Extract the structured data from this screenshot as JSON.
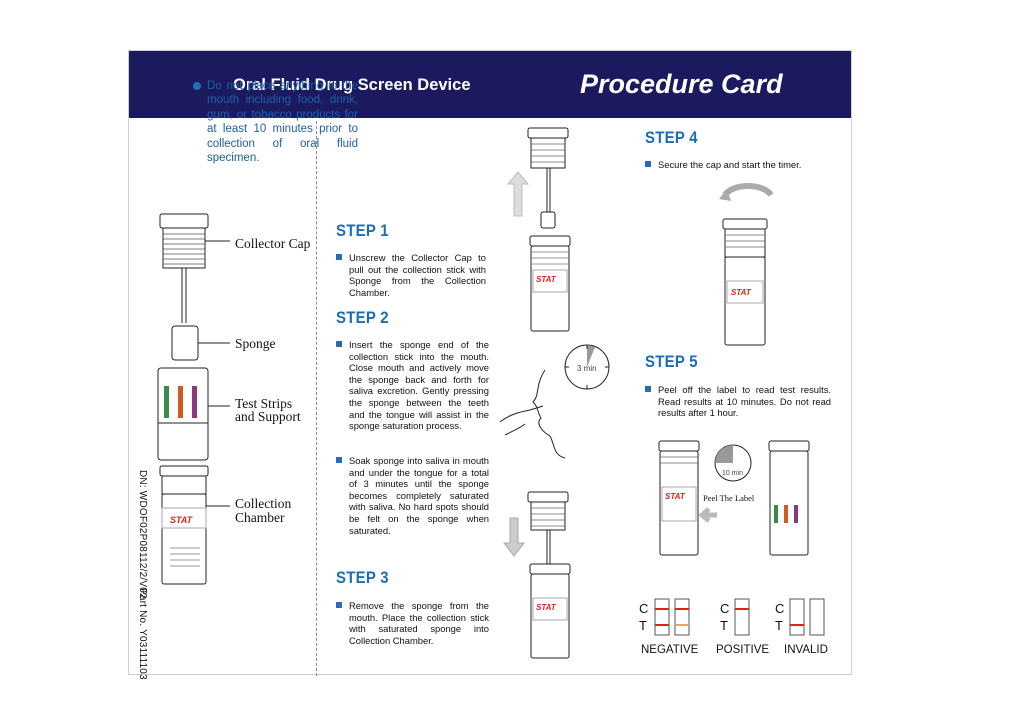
{
  "header": {
    "left_title": "Oral Fluid Drug Screen Device",
    "right_title": "Procedure Card"
  },
  "parts": {
    "collector_cap": "Collector Cap",
    "sponge": "Sponge",
    "test_strips": "Test Strips",
    "and_support": "and Support",
    "collection": "Collection",
    "chamber": "Chamber"
  },
  "side_codes": {
    "dn": "DN: WDOF02P08112/2/V02",
    "part": "Part No. Y03111103"
  },
  "warning": "Do not place anything in the mouth including food, drink, gum, or tobacco products for at least 10 minutes prior to collection of oral fluid specimen.",
  "step1": {
    "title": "STEP 1",
    "text": "Unscrew the Collector Cap to pull out the collection stick with Sponge from the Collection Chamber."
  },
  "step2": {
    "title": "STEP 2",
    "text1": "Insert the sponge end of the collection stick into the mouth. Close mouth and actively move the sponge back and forth for saliva excretion. Gently pressing the sponge between the teeth and the tongue will assist in the sponge saturation process.",
    "text2": "Soak sponge into saliva in mouth and under the tongue for a total of 3 minutes until the sponge becomes completely saturated with saliva. No hard spots should be felt on the sponge when saturated."
  },
  "step3": {
    "title": "STEP 3",
    "text": "Remove the sponge from the mouth. Place the collection stick with saturated sponge into Collection Chamber."
  },
  "step4": {
    "title": "STEP 4",
    "text": "Secure the cap and start the timer."
  },
  "step5": {
    "title": "STEP 5",
    "text": "Peel off the label to read test results. Read results at 10 minutes. Do not read results after 1 hour."
  },
  "timers": {
    "t3": "3 min",
    "t10": "10 min"
  },
  "peel_label": "Peel The Label",
  "brand": "STAT",
  "results": {
    "negative": "NEGATIVE",
    "positive": "POSITIVE",
    "invalid": "INVALID",
    "c": "C",
    "t": "T"
  },
  "colors": {
    "header_bg": "#1c1a5f",
    "step_blue": "#1d6db5",
    "line_red": "#d9251c",
    "line_orange": "#f0a070"
  }
}
